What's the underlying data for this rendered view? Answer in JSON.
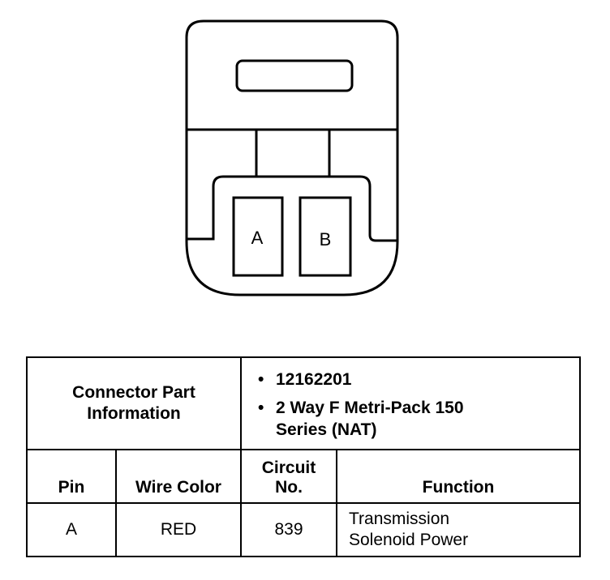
{
  "connector": {
    "pins": [
      "A",
      "B"
    ]
  },
  "table": {
    "part_info_label_lines": [
      "Connector Part",
      "Information"
    ],
    "part_info_bullets": [
      {
        "lines": [
          "12162201"
        ]
      },
      {
        "lines": [
          "2 Way F Metri-Pack 150",
          "Series (NAT)"
        ]
      }
    ],
    "bullet_symbol": "•",
    "headers": {
      "pin": "Pin",
      "wire_color": "Wire Color",
      "circuit_lines": [
        "Circuit",
        "No."
      ],
      "function": "Function"
    },
    "rows": [
      {
        "pin": "A",
        "wire_color": "RED",
        "circuit": "839",
        "function_lines": [
          "Transmission",
          "Solenoid Power"
        ]
      }
    ]
  }
}
